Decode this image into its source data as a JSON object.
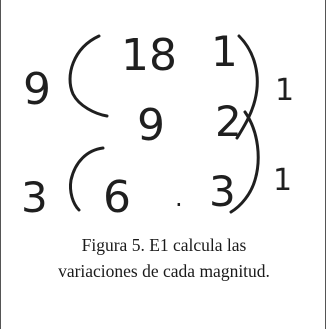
{
  "figure": {
    "caption_line1": "Figura 5. E1 calcula las",
    "caption_line2": "variaciones de cada magnitud.",
    "handwriting": {
      "left_value": "9",
      "col1": [
        "18",
        "9",
        "6"
      ],
      "col2": [
        "1",
        "2",
        "3"
      ],
      "left_lower_value": "3",
      "right_variation_upper": "1",
      "right_variation_lower": "1",
      "dot": "."
    }
  }
}
